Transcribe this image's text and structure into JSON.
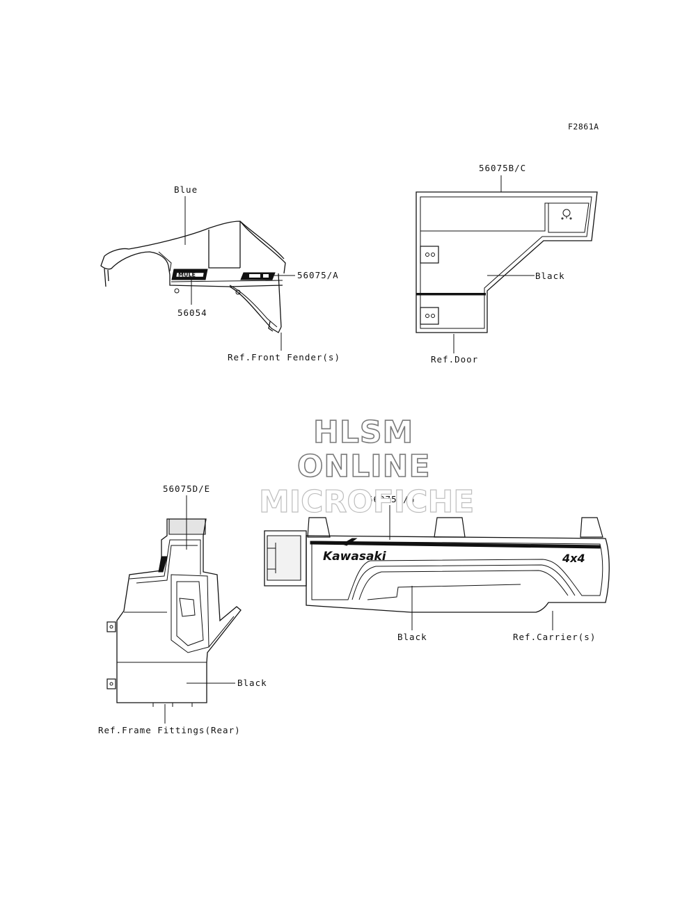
{
  "figure_code": "F2861A",
  "watermark": {
    "line1": "HLSM",
    "line2": "ONLINE",
    "line3": "MICROFICHE"
  },
  "labels": {
    "front_fender": {
      "color": "Blue",
      "part_a": "56054",
      "part_b": "56075/A",
      "ref": "Ref.Front Fender(s)"
    },
    "door": {
      "part": "56075B/C",
      "color": "Black",
      "ref": "Ref.Door"
    },
    "frame_fittings": {
      "part": "56075D/E",
      "color": "Black",
      "ref": "Ref.Frame Fittings(Rear)"
    },
    "carrier": {
      "part": "56075F/G",
      "color": "Black",
      "ref": "Ref.Carrier(s)"
    }
  },
  "decal_text": {
    "mule": "MULE",
    "brand": "Kawasaki",
    "drive": "4x4"
  }
}
